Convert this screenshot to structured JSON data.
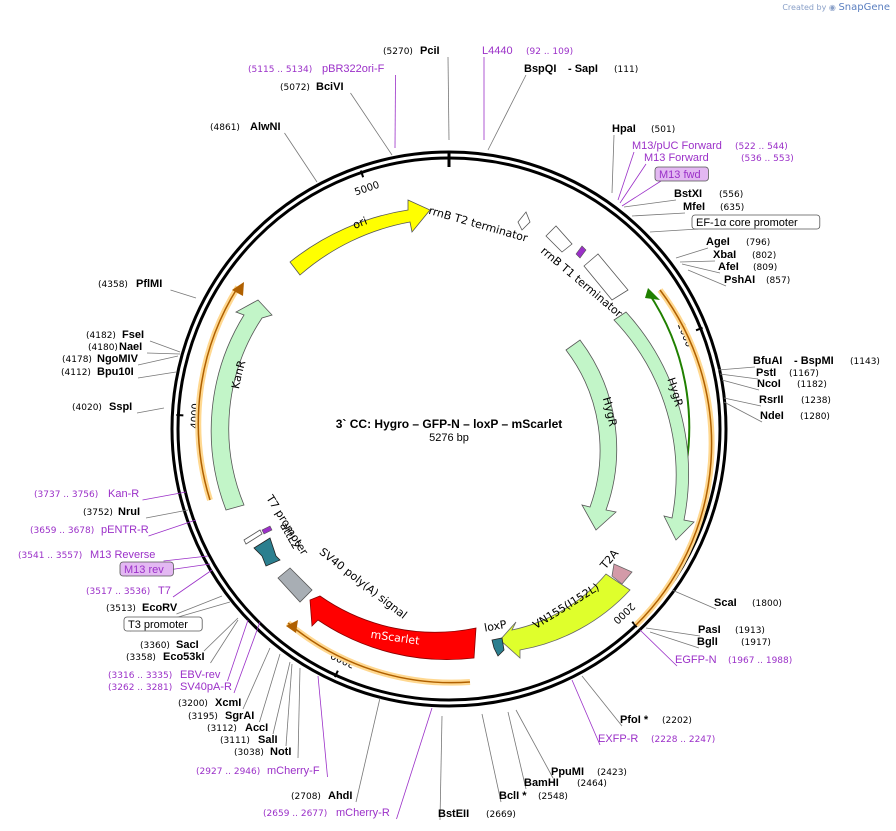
{
  "branding": {
    "created_by": "Created by",
    "product": "SnapGene"
  },
  "plasmid": {
    "name": "3` CC: Hygro – GFP-N – loxP – mScarlet",
    "length": "5276 bp",
    "total_bp": 5276
  },
  "colors": {
    "backbone": "#000000",
    "enzyme": "#000000",
    "primer": "#9b30c8",
    "ori": "#ffff00",
    "resistance": "#c2f5c8",
    "mscarlet": "#ff0000",
    "vn155": "#dfff2c",
    "t2a": "#d39aa8",
    "teal": "#2b7f8f",
    "orf_highlight": "#ffd890",
    "orf_line": "#b06000",
    "hygr_orf": "#208000",
    "terminator": "#ffffff",
    "polyA": "#a8aeb4"
  },
  "ticks": [
    {
      "text": "1000",
      "bp": 1000
    },
    {
      "text": "2000",
      "bp": 2000
    },
    {
      "text": "3000",
      "bp": 3000
    },
    {
      "text": "4000",
      "bp": 4000
    },
    {
      "text": "5000",
      "bp": 5000
    }
  ],
  "features": [
    {
      "label": "ori",
      "type": "ori",
      "text_color": "#000000"
    },
    {
      "label": "KanR",
      "type": "res",
      "text_color": "#000000"
    },
    {
      "label": "HygR",
      "type": "res",
      "text_color": "#000000"
    },
    {
      "label": "HygR",
      "type": "res",
      "text_color": "#000000"
    },
    {
      "label": "mScarlet",
      "type": "mscarlet",
      "text_color": "#ffffff"
    },
    {
      "label": "VN155(I152L)",
      "type": "vn155",
      "text_color": "#000000"
    },
    {
      "label": "T2A",
      "type": "t2a",
      "text_color": "#000000"
    },
    {
      "label": "loxP",
      "type": "teal",
      "text_color": "#000000"
    },
    {
      "label": "attL2",
      "type": "teal",
      "text_color": "#000000"
    },
    {
      "label": "SV40 poly(A) signal",
      "type": "polyA",
      "text_color": "#000000"
    },
    {
      "label": "T7 promoter",
      "type": "t7",
      "text_color": "#000000"
    },
    {
      "label": "rrnB T2 terminator",
      "type": "term",
      "text_color": "#000000"
    },
    {
      "label": "rrnB T1 terminator",
      "type": "term",
      "text_color": "#000000"
    }
  ],
  "enzymes": [
    {
      "name": "PciI",
      "pos": "(5270)",
      "primer": false
    },
    {
      "name": "L4440",
      "pos": "(92 .. 109)",
      "primer": true
    },
    {
      "name": "BspQI",
      "pos": "",
      "primer": false
    },
    {
      "name": "- SapI",
      "pos": "(111)",
      "primer": false
    },
    {
      "name": "pBR322ori-F",
      "pos": "(5115 .. 5134)",
      "primer": true
    },
    {
      "name": "BciVI",
      "pos": "(5072)",
      "primer": false
    },
    {
      "name": "AlwNI",
      "pos": "(4861)",
      "primer": false
    },
    {
      "name": "HpaI",
      "pos": "(501)",
      "primer": false
    },
    {
      "name": "M13/pUC Forward",
      "pos": "(522 .. 544)",
      "primer": true
    },
    {
      "name": "M13 Forward",
      "pos": "(536 .. 553)",
      "primer": true
    },
    {
      "name": "M13 fwd",
      "pos": "",
      "primer": true,
      "boxed": true
    },
    {
      "name": "BstXI",
      "pos": "(556)",
      "primer": false
    },
    {
      "name": "MfeI",
      "pos": "(635)",
      "primer": false
    },
    {
      "name": "EF-1α core promoter",
      "pos": "",
      "primer": false,
      "boxed": true
    },
    {
      "name": "AgeI",
      "pos": "(796)",
      "primer": false
    },
    {
      "name": "XbaI",
      "pos": "(802)",
      "primer": false
    },
    {
      "name": "AfeI",
      "pos": "(809)",
      "primer": false
    },
    {
      "name": "PshAI",
      "pos": "(857)",
      "primer": false
    },
    {
      "name": "PflMI",
      "pos": "(4358)",
      "primer": false
    },
    {
      "name": "FseI",
      "pos": "(4182)",
      "primer": false
    },
    {
      "name": "NaeI",
      "pos": "(4180)",
      "primer": false
    },
    {
      "name": "NgoMIV",
      "pos": "(4178)",
      "primer": false
    },
    {
      "name": "Bpu10I",
      "pos": "(4112)",
      "primer": false
    },
    {
      "name": "SspI",
      "pos": "(4020)",
      "primer": false
    },
    {
      "name": "BfuAI",
      "pos": "",
      "primer": false
    },
    {
      "name": "- BspMI",
      "pos": "(1143)",
      "primer": false
    },
    {
      "name": "PstI",
      "pos": "(1167)",
      "primer": false
    },
    {
      "name": "NcoI",
      "pos": "(1182)",
      "primer": false
    },
    {
      "name": "RsrII",
      "pos": "(1238)",
      "primer": false
    },
    {
      "name": "NdeI",
      "pos": "(1280)",
      "primer": false
    },
    {
      "name": "Kan-R",
      "pos": "(3737 .. 3756)",
      "primer": true
    },
    {
      "name": "NruI",
      "pos": "(3752)",
      "primer": false
    },
    {
      "name": "pENTR-R",
      "pos": "(3659 .. 3678)",
      "primer": true
    },
    {
      "name": "M13 Reverse",
      "pos": "(3541 .. 3557)",
      "primer": true
    },
    {
      "name": "M13 rev",
      "pos": "",
      "primer": true,
      "boxed": true
    },
    {
      "name": "T7",
      "pos": "(3517 .. 3536)",
      "primer": true
    },
    {
      "name": "EcoRV",
      "pos": "(3513)",
      "primer": false
    },
    {
      "name": "T3 promoter",
      "pos": "",
      "primer": false,
      "boxed": true
    },
    {
      "name": "SacI",
      "pos": "(3360)",
      "primer": false
    },
    {
      "name": "Eco53kI",
      "pos": "(3358)",
      "primer": false
    },
    {
      "name": "EBV-rev",
      "pos": "(3316 .. 3335)",
      "primer": true
    },
    {
      "name": "SV40pA-R",
      "pos": "(3262 .. 3281)",
      "primer": true
    },
    {
      "name": "XcmI",
      "pos": "(3200)",
      "primer": false
    },
    {
      "name": "SgrAI",
      "pos": "(3195)",
      "primer": false
    },
    {
      "name": "AccI",
      "pos": "(3112)",
      "primer": false
    },
    {
      "name": "SalI",
      "pos": "(3111)",
      "primer": false
    },
    {
      "name": "NotI",
      "pos": "(3038)",
      "primer": false
    },
    {
      "name": "mCherry-F",
      "pos": "(2927 .. 2946)",
      "primer": true
    },
    {
      "name": "AhdI",
      "pos": "(2708)",
      "primer": false
    },
    {
      "name": "mCherry-R",
      "pos": "(2659 .. 2677)",
      "primer": true
    },
    {
      "name": "BstEII",
      "pos": "(2669)",
      "primer": false
    },
    {
      "name": "BclI *",
      "pos": "(2548)",
      "primer": false
    },
    {
      "name": "BamHI",
      "pos": "(2464)",
      "primer": false
    },
    {
      "name": "PpuMI",
      "pos": "(2423)",
      "primer": false
    },
    {
      "name": "EXFP-R",
      "pos": "(2228 .. 2247)",
      "primer": true
    },
    {
      "name": "PfoI *",
      "pos": "(2202)",
      "primer": false
    },
    {
      "name": "EGFP-N",
      "pos": "(1967 .. 1988)",
      "primer": true
    },
    {
      "name": "BglI",
      "pos": "(1917)",
      "primer": false
    },
    {
      "name": "PasI",
      "pos": "(1913)",
      "primer": false
    },
    {
      "name": "ScaI",
      "pos": "(1800)",
      "primer": false
    }
  ]
}
